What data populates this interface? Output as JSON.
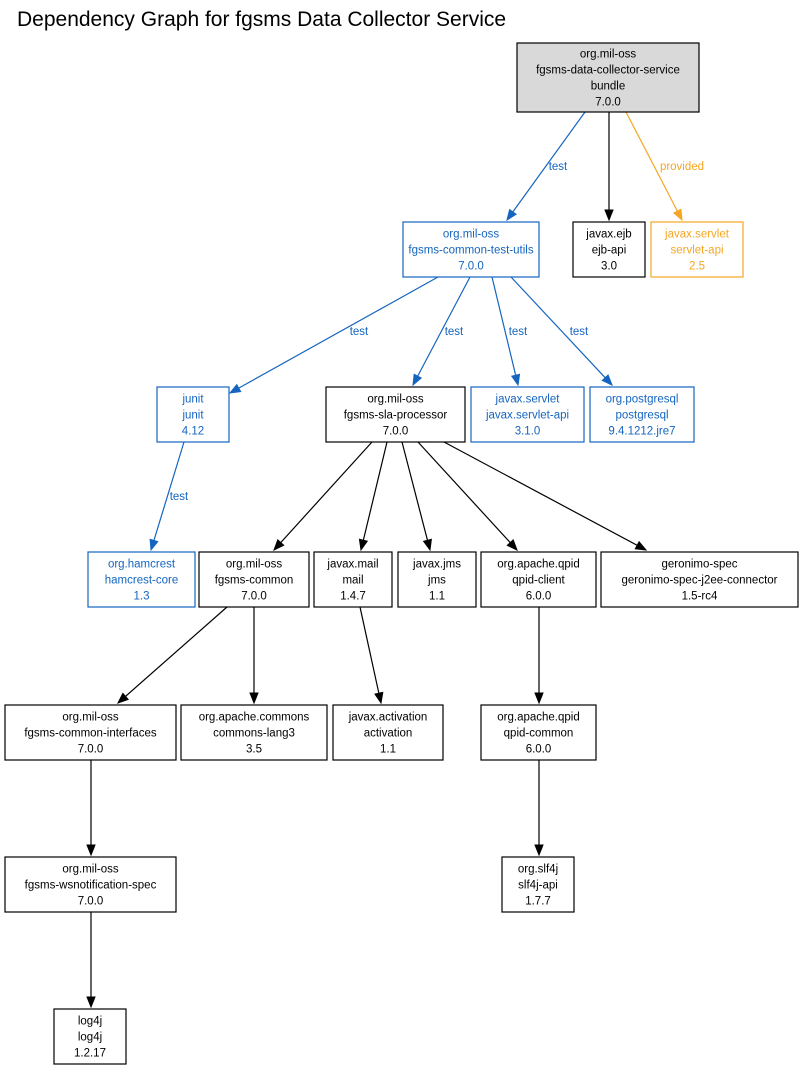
{
  "title": "Dependency Graph for fgsms Data Collector Service",
  "colors": {
    "compile": "#000000",
    "test": "#1565C0",
    "provided": "#F5A623",
    "root_fill": "#D9D9D9"
  },
  "nodes": [
    {
      "id": "root",
      "lines": [
        "org.mil-oss",
        "fgsms-data-collector-service",
        "bundle",
        "7.0.0"
      ],
      "scope": "root"
    },
    {
      "id": "test-utils",
      "lines": [
        "org.mil-oss",
        "fgsms-common-test-utils",
        "7.0.0"
      ],
      "scope": "test"
    },
    {
      "id": "ejb-api",
      "lines": [
        "javax.ejb",
        "ejb-api",
        "3.0"
      ],
      "scope": "compile"
    },
    {
      "id": "servlet-api",
      "lines": [
        "javax.servlet",
        "servlet-api",
        "2.5"
      ],
      "scope": "provided"
    },
    {
      "id": "junit",
      "lines": [
        "junit",
        "junit",
        "4.12"
      ],
      "scope": "test"
    },
    {
      "id": "sla-processor",
      "lines": [
        "org.mil-oss",
        "fgsms-sla-processor",
        "7.0.0"
      ],
      "scope": "compile"
    },
    {
      "id": "javax-servlet-api",
      "lines": [
        "javax.servlet",
        "javax.servlet-api",
        "3.1.0"
      ],
      "scope": "test"
    },
    {
      "id": "postgresql",
      "lines": [
        "org.postgresql",
        "postgresql",
        "9.4.1212.jre7"
      ],
      "scope": "test"
    },
    {
      "id": "hamcrest",
      "lines": [
        "org.hamcrest",
        "hamcrest-core",
        "1.3"
      ],
      "scope": "test"
    },
    {
      "id": "fgsms-common",
      "lines": [
        "org.mil-oss",
        "fgsms-common",
        "7.0.0"
      ],
      "scope": "compile"
    },
    {
      "id": "mail",
      "lines": [
        "javax.mail",
        "mail",
        "1.4.7"
      ],
      "scope": "compile"
    },
    {
      "id": "jms",
      "lines": [
        "javax.jms",
        "jms",
        "1.1"
      ],
      "scope": "compile"
    },
    {
      "id": "qpid-client",
      "lines": [
        "org.apache.qpid",
        "qpid-client",
        "6.0.0"
      ],
      "scope": "compile"
    },
    {
      "id": "geronimo",
      "lines": [
        "geronimo-spec",
        "geronimo-spec-j2ee-connector",
        "1.5-rc4"
      ],
      "scope": "compile"
    },
    {
      "id": "common-interfaces",
      "lines": [
        "org.mil-oss",
        "fgsms-common-interfaces",
        "7.0.0"
      ],
      "scope": "compile"
    },
    {
      "id": "commons-lang3",
      "lines": [
        "org.apache.commons",
        "commons-lang3",
        "3.5"
      ],
      "scope": "compile"
    },
    {
      "id": "activation",
      "lines": [
        "javax.activation",
        "activation",
        "1.1"
      ],
      "scope": "compile"
    },
    {
      "id": "qpid-common",
      "lines": [
        "org.apache.qpid",
        "qpid-common",
        "6.0.0"
      ],
      "scope": "compile"
    },
    {
      "id": "wsnotification",
      "lines": [
        "org.mil-oss",
        "fgsms-wsnotification-spec",
        "7.0.0"
      ],
      "scope": "compile"
    },
    {
      "id": "slf4j",
      "lines": [
        "org.slf4j",
        "slf4j-api",
        "1.7.7"
      ],
      "scope": "compile"
    },
    {
      "id": "log4j",
      "lines": [
        "log4j",
        "log4j",
        "1.2.17"
      ],
      "scope": "compile"
    }
  ],
  "edges": [
    {
      "from": "root",
      "to": "test-utils",
      "label": "test",
      "scope": "test"
    },
    {
      "from": "root",
      "to": "ejb-api",
      "label": "",
      "scope": "compile"
    },
    {
      "from": "root",
      "to": "servlet-api",
      "label": "provided",
      "scope": "provided"
    },
    {
      "from": "test-utils",
      "to": "junit",
      "label": "test",
      "scope": "test"
    },
    {
      "from": "test-utils",
      "to": "sla-processor",
      "label": "test",
      "scope": "test"
    },
    {
      "from": "test-utils",
      "to": "javax-servlet-api",
      "label": "test",
      "scope": "test"
    },
    {
      "from": "test-utils",
      "to": "postgresql",
      "label": "test",
      "scope": "test"
    },
    {
      "from": "junit",
      "to": "hamcrest",
      "label": "test",
      "scope": "test"
    },
    {
      "from": "sla-processor",
      "to": "fgsms-common",
      "label": "",
      "scope": "compile"
    },
    {
      "from": "sla-processor",
      "to": "mail",
      "label": "",
      "scope": "compile"
    },
    {
      "from": "sla-processor",
      "to": "jms",
      "label": "",
      "scope": "compile"
    },
    {
      "from": "sla-processor",
      "to": "qpid-client",
      "label": "",
      "scope": "compile"
    },
    {
      "from": "sla-processor",
      "to": "geronimo",
      "label": "",
      "scope": "compile"
    },
    {
      "from": "fgsms-common",
      "to": "common-interfaces",
      "label": "",
      "scope": "compile"
    },
    {
      "from": "fgsms-common",
      "to": "commons-lang3",
      "label": "",
      "scope": "compile"
    },
    {
      "from": "mail",
      "to": "activation",
      "label": "",
      "scope": "compile"
    },
    {
      "from": "qpid-client",
      "to": "qpid-common",
      "label": "",
      "scope": "compile"
    },
    {
      "from": "common-interfaces",
      "to": "wsnotification",
      "label": "",
      "scope": "compile"
    },
    {
      "from": "qpid-common",
      "to": "slf4j",
      "label": "",
      "scope": "compile"
    },
    {
      "from": "wsnotification",
      "to": "log4j",
      "label": "",
      "scope": "compile"
    }
  ]
}
